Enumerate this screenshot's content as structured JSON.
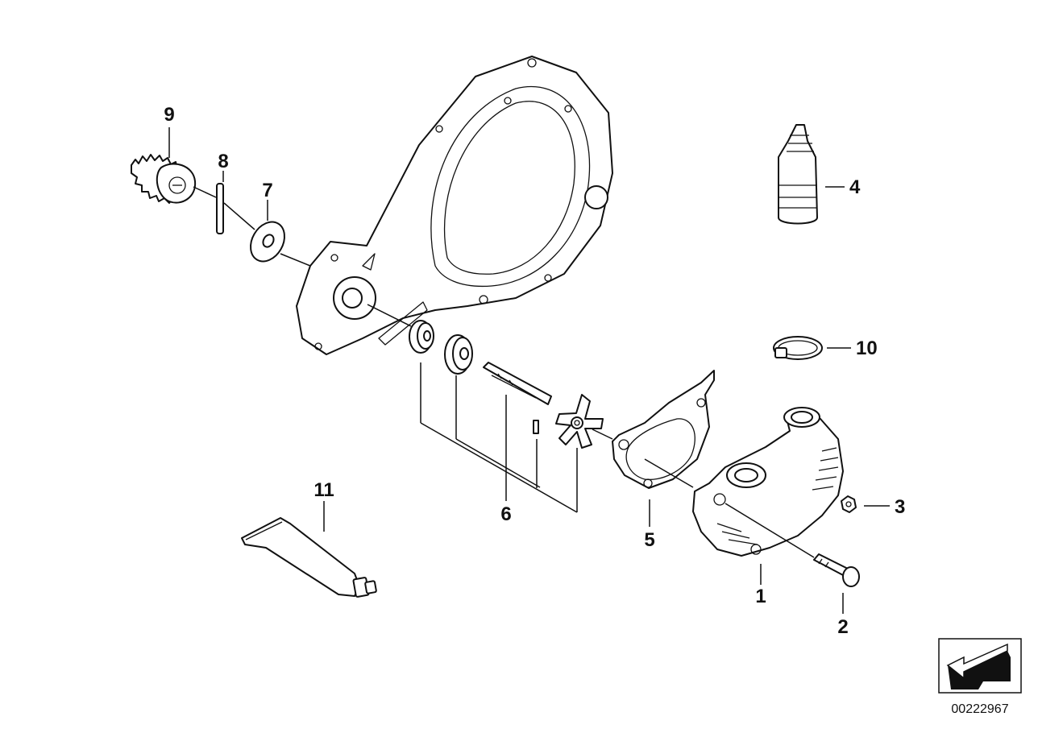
{
  "diagram": {
    "labels": {
      "1": "1",
      "2": "2",
      "3": "3",
      "4": "4",
      "5": "5",
      "6": "6",
      "7": "7",
      "8": "8",
      "9": "9",
      "10": "10",
      "11": "11"
    },
    "diagram_code": "00222967"
  }
}
